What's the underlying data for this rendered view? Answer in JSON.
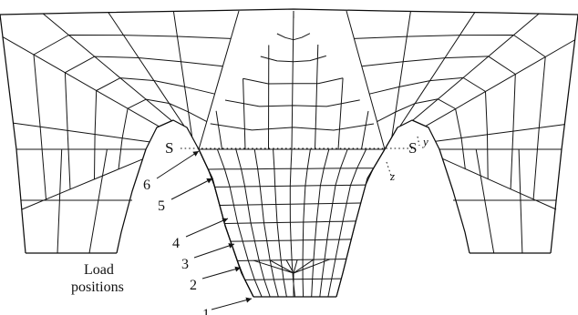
{
  "diagram": {
    "section_labels": {
      "left": "S",
      "right": "S"
    },
    "axis_labels": {
      "y": "y",
      "z": "z"
    },
    "caption": [
      "Load",
      "positions"
    ],
    "load_positions": [
      "1",
      "2",
      "3",
      "4",
      "5",
      "6"
    ]
  }
}
